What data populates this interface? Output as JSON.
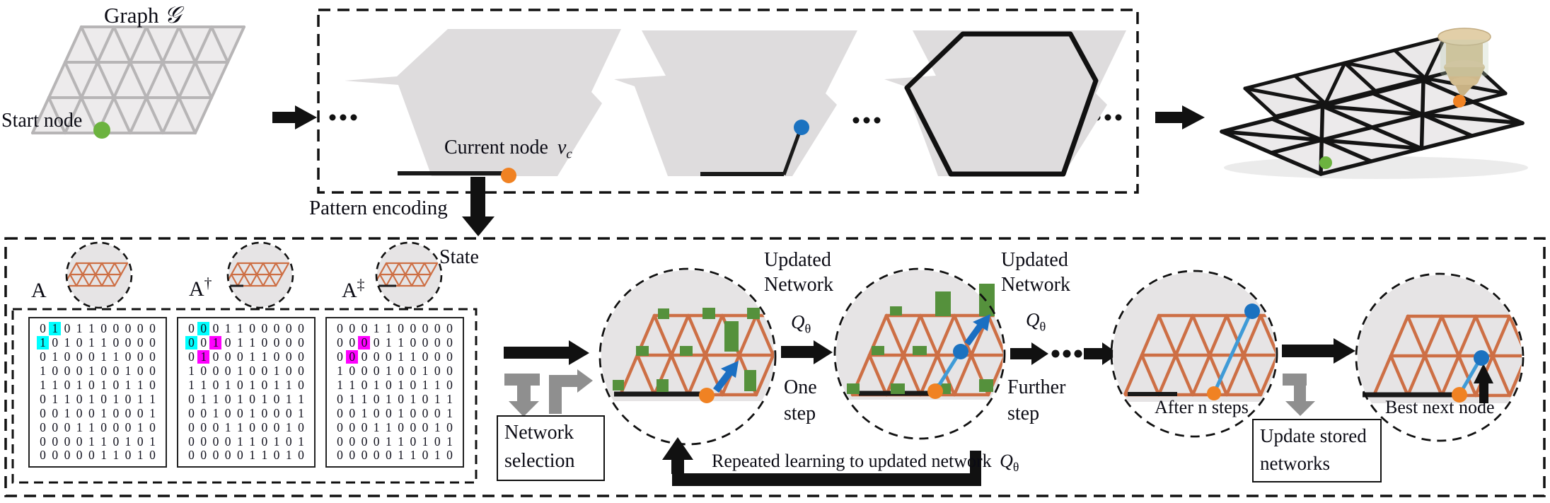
{
  "colors": {
    "mesh_orange": "#cd6f45",
    "bar_green": "#55913c",
    "dot_green": "#6cb33f",
    "dot_orange": "#f08223",
    "dot_blue": "#1b72c0",
    "path_blue": "#3f9bd7",
    "highlight_cyan": "#00FFFF",
    "highlight_magenta": "#FF00FF",
    "polygon_gray": "#dedcdd"
  },
  "header": {
    "graph_title": "Graph",
    "graph_symbol": "𝒢",
    "start_node": "Start node",
    "current_node": "Current node",
    "current_node_var": "v",
    "current_node_var_sub": "c",
    "pattern_encoding": "Pattern encoding"
  },
  "state_panel": {
    "state_label": "State",
    "labels": [
      {
        "base": "A",
        "sup": ""
      },
      {
        "base": "A",
        "sup": "†"
      },
      {
        "base": "A",
        "sup": "‡"
      }
    ],
    "matrices": [
      {
        "rows": [
          "0101100000",
          "1010110000",
          "0100011000",
          "1000100100",
          "1101010110",
          "0110101011",
          "0010010001",
          "0001100010",
          "0000110101",
          "0000011010"
        ],
        "highlights": [
          [
            0,
            1,
            "#00FFFF"
          ],
          [
            1,
            0,
            "#00FFFF"
          ]
        ]
      },
      {
        "rows": [
          "0001100000",
          "0010110000",
          "0100011000",
          "1000100100",
          "1101010110",
          "0110101011",
          "0010010001",
          "0001100010",
          "0000110101",
          "0000011010"
        ],
        "highlights": [
          [
            0,
            1,
            "#00FFFF"
          ],
          [
            1,
            0,
            "#00FFFF"
          ],
          [
            1,
            2,
            "#FF00FF"
          ],
          [
            2,
            1,
            "#FF00FF"
          ]
        ]
      },
      {
        "rows": [
          "0001100000",
          "0000110000",
          "0000011000",
          "1000100100",
          "1101010110",
          "0110101011",
          "0010010001",
          "0001100010",
          "0000110101",
          "0000011010"
        ],
        "highlights": [
          [
            1,
            2,
            "#FF00FF"
          ],
          [
            2,
            1,
            "#FF00FF"
          ]
        ]
      }
    ]
  },
  "flow": {
    "network_selection": [
      "Network",
      "selection"
    ],
    "updated_network": [
      "Updated",
      "Network"
    ],
    "q_base": "Q",
    "q_sub": "θ",
    "one_step": [
      "One",
      "step"
    ],
    "further_step": [
      "Further",
      "step"
    ],
    "after_n_steps": "After n steps",
    "update_stored": [
      "Update stored",
      "networks"
    ],
    "best_next_node": "Best next node",
    "repeated": "Repeated learning to updated network"
  }
}
